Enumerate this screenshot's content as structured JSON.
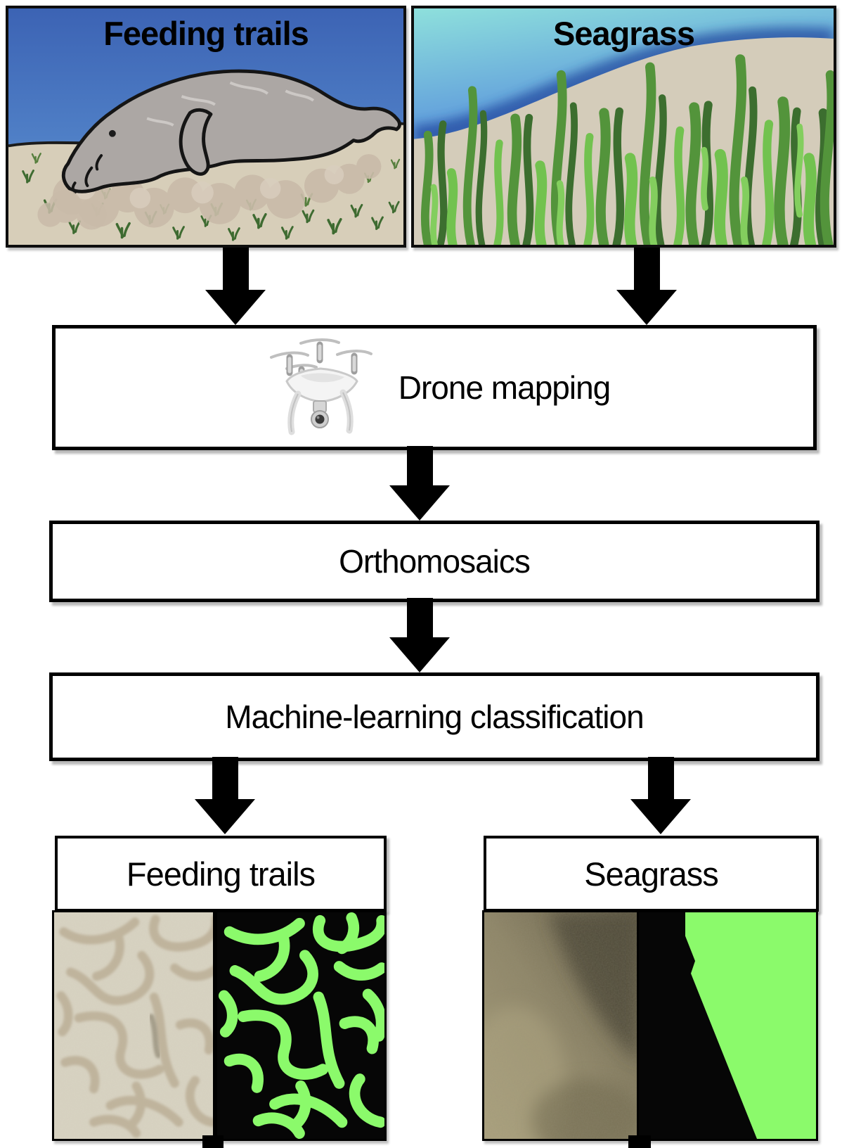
{
  "figure": {
    "top_panels": {
      "feeding_trails": {
        "title": "Feeding trails"
      },
      "seagrass": {
        "title": "Seagrass"
      }
    },
    "pipeline": {
      "drone": {
        "label": "Drone mapping"
      },
      "orthomosaics": {
        "label": "Orthomosaics"
      },
      "ml": {
        "label": "Machine-learning classification"
      }
    },
    "outputs": {
      "feeding_trails": {
        "label": "Feeding trails"
      },
      "seagrass": {
        "label": "Seagrass"
      }
    },
    "icons": {
      "drone": "quadcopter-drone-icon"
    },
    "colors": {
      "classification_green": "#8BFA6B",
      "classification_background": "#060606",
      "arrow_black": "#000000",
      "water_blue": "#3B67B6",
      "water_cyan": "#8EE0DC",
      "sand_beige": "#D7CEB9",
      "seagrass_green": "#5FA344",
      "orthomosaic_sand": "#D8D3C2",
      "orthomosaic_trail": "#BFB39B",
      "seagrass_orthomosaic_olive": "#8F8668"
    }
  }
}
